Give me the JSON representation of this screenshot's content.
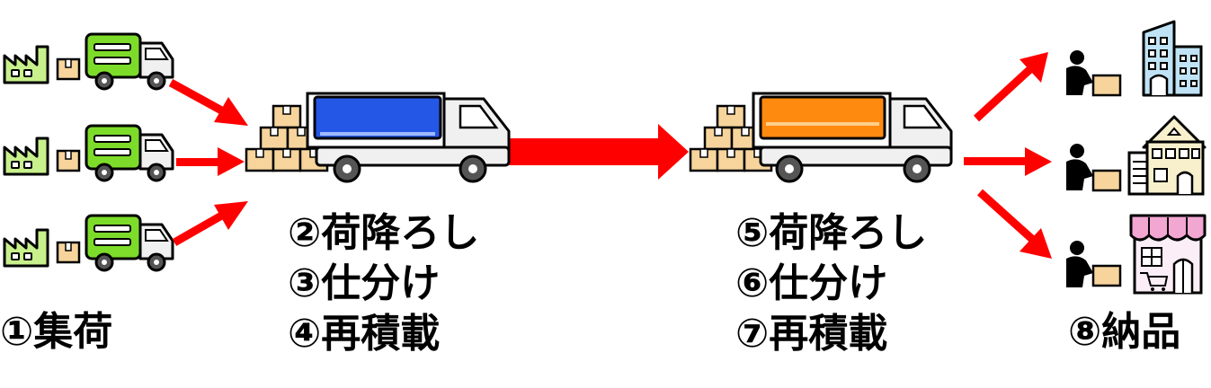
{
  "steps": {
    "collect": "①集荷",
    "hub1": [
      "②荷降ろし",
      "③仕分け",
      "④再積載"
    ],
    "hub2": [
      "⑤荷降ろし",
      "⑥仕分け",
      "⑦再積載"
    ],
    "deliver": "⑧納品"
  },
  "icons": {
    "origin": [
      "factory-icon",
      "package-icon",
      "small-truck-icon"
    ],
    "hub": [
      "box-stack-icon",
      "large-truck-icon"
    ],
    "destination": [
      "courier-icon",
      "office-building-icon",
      "house-icon",
      "shop-icon"
    ]
  },
  "colors": {
    "arrow": "#ff0000",
    "factory": "#c8f08c",
    "small_truck_cargo": "#7ddc2a",
    "hub1_cargo": "#2457e6",
    "hub2_cargo": "#ff8a10",
    "box": "#f6d49c",
    "office": "#bfe3f5",
    "house": "#f8f0cc",
    "shop_awning": "#f2a6d2"
  }
}
